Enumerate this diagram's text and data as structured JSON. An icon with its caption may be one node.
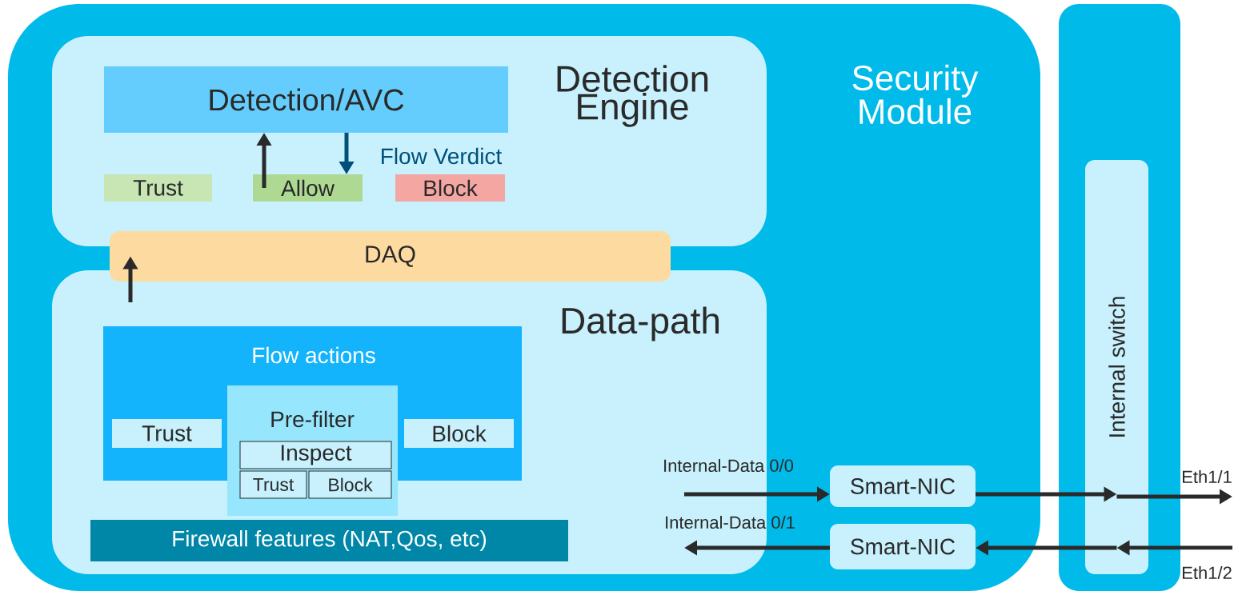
{
  "diagram": {
    "nodes": [
      {
        "text": [
          "Security Module"
        ]
      },
      {
        "text": [],
        "shape": "box"
      },
      {
        "text": [
          "Detection Engine"
        ],
        "in": 0
      },
      {
        "text": [
          "Detection/AVC"
        ],
        "in": 2
      },
      {
        "text": [
          "Trust"
        ],
        "in": 2
      },
      {
        "text": [
          "Allow"
        ],
        "in": 2
      },
      {
        "text": [
          "Block"
        ],
        "in": 2
      },
      {
        "text": [
          "Data-path"
        ],
        "in": 0
      },
      {
        "text": [
          "DAQ"
        ],
        "in": 0
      },
      {
        "text": [
          "Flow actions"
        ],
        "in": 7
      },
      {
        "text": [
          "Trust"
        ],
        "in": 9
      },
      {
        "text": [
          "Block"
        ],
        "in": 9
      },
      {
        "text": [
          "Pre-filter"
        ],
        "in": 7
      },
      {
        "text": [
          "Inspect"
        ]
      },
      {
        "text": [
          "Trust"
        ],
        "in": 12
      },
      {
        "text": [
          "Block"
        ],
        "in": 12
      },
      {
        "text": [
          "Firewall features (NAT,Qos, etc)"
        ],
        "in": 7
      },
      {
        "text": [
          "Smart-NIC"
        ],
        "in": 0
      },
      {
        "text": [
          "Smart-NIC"
        ],
        "in": 0
      },
      {
        "text": [
          "Internal switch"
        ],
        "in": 1
      }
    ],
    "edges": [
      {
        "from": 5,
        "to": 3,
        "arrow": "to"
      },
      {
        "from": 3,
        "to": 5,
        "arrow": "to",
        "label": "Flow Verdict",
        "color": "#00507a"
      },
      {
        "from": null,
        "to": 8,
        "arrow": "to"
      },
      {
        "from": null,
        "to": 17,
        "arrow": "to",
        "label": "Internal-Data 0/0"
      },
      {
        "from": 17,
        "to": 19,
        "arrow": "to"
      },
      {
        "from": 19,
        "to": 18,
        "arrow": "to"
      },
      {
        "from": 18,
        "to": null,
        "arrow": "to",
        "label": "Internal-Data 0/1"
      },
      {
        "from": 19,
        "to": null,
        "arrow": "to",
        "label": "Eth1/1"
      },
      {
        "from": null,
        "to": 19,
        "arrow": "to",
        "label": "Eth1/2"
      }
    ]
  }
}
